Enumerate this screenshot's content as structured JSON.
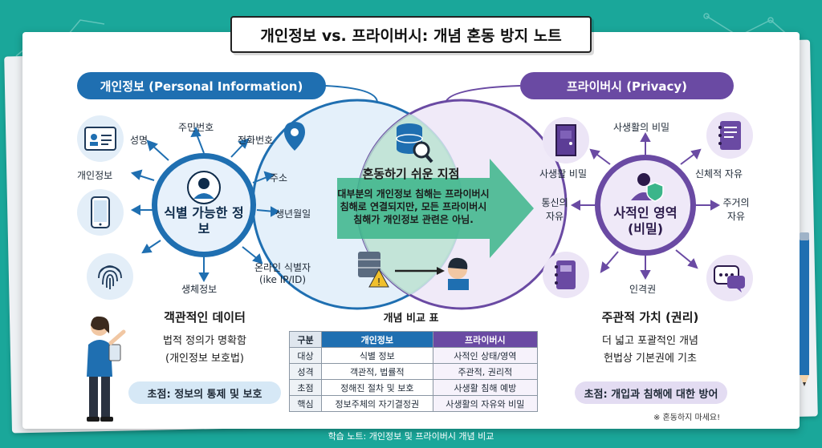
{
  "title": "개인정보 vs. 프라이버시: 개념 혼동 방지 노트",
  "left": {
    "header": "개인정보 (Personal Information)",
    "hub": "식별 가능한 정보",
    "items": {
      "name": "성명",
      "resident_no": "주민번호",
      "phone": "전화번호",
      "address": "주소",
      "birth": "생년월일",
      "online_id": "온라인 식별자 (ike IP/ID)",
      "biometric": "생체정보",
      "personal_info": "개인정보"
    },
    "sub_title": "객관적인 데이터",
    "sub_desc_1": "법적 정의가 명확함",
    "sub_desc_2": "(개인정보 보호법)",
    "focus": "초점: 정보의 통제 및 보호"
  },
  "center": {
    "title": "혼동하기 쉬운 지점",
    "desc": "대부분의 개인정보 침해는 프라이버시 침해로 연결되지만, 모든 프라이버시 침해가 개인정보 관련은 아님.",
    "table_title": "개념 비교 표",
    "table": {
      "headers": [
        "구분",
        "개인정보",
        "프라이버시"
      ],
      "rows": [
        [
          "대상",
          "식별 정보",
          "사적인 상태/영역"
        ],
        [
          "성격",
          "객관적, 법률적",
          "주관적, 권리적"
        ],
        [
          "초점",
          "정해진 절차 및 보호",
          "사생활 침해 예방"
        ],
        [
          "핵심",
          "정보주체의 자기결정권",
          "사생활의 자유와 비밀"
        ]
      ]
    }
  },
  "right": {
    "header": "프라이버시 (Privacy)",
    "hub": "사적인 영역 (비밀)",
    "items": {
      "secret": "사생활의 비밀",
      "private_life": "사생활 비밀",
      "body_freedom": "신체적 자유",
      "comm_freedom": "통신의 자유",
      "residence_freedom": "주거의 자유",
      "personality": "인격권"
    },
    "sub_title": "주관적 가치 (권리)",
    "sub_desc_1": "더 넓고 포괄적인 개념",
    "sub_desc_2": "헌법상 기본권에 기초",
    "focus": "초점: 개입과 침해에 대한 방어"
  },
  "note": "※ 혼동하지 마세요!",
  "caption": "학습 노트: 개인정보 및 프라이버시 개념 비교",
  "colors": {
    "background": "#1aa79a",
    "blue": "#1f6fb1",
    "purple": "#6a4aa3",
    "overlap": "#2fb08e"
  }
}
